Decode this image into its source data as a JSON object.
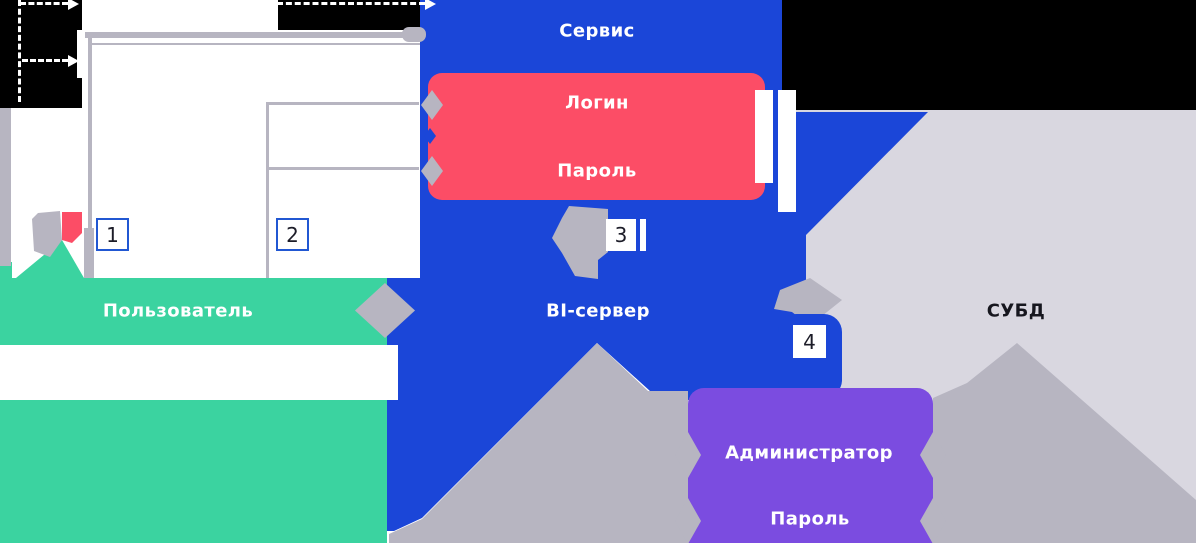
{
  "diagram": {
    "service": {
      "label": "Сервис"
    },
    "credentials": {
      "login": "Логин",
      "password": "Пароль"
    },
    "bi_server": {
      "label": "BI-сервер"
    },
    "user": {
      "label": "Пользователь"
    },
    "dbms": {
      "label": "СУБД"
    },
    "admin": {
      "label": "Администратор",
      "password": "Пароль"
    },
    "markers": [
      "1",
      "2",
      "3",
      "4"
    ]
  },
  "colors": {
    "blue": "#1b46d8",
    "red": "#fc4d66",
    "green": "#3bd3a0",
    "purple": "#7b4ce0",
    "light_gray": "#d9d7e0",
    "mid_gray": "#b7b5c1",
    "black": "#000000",
    "badge_border": "#2157d2"
  }
}
